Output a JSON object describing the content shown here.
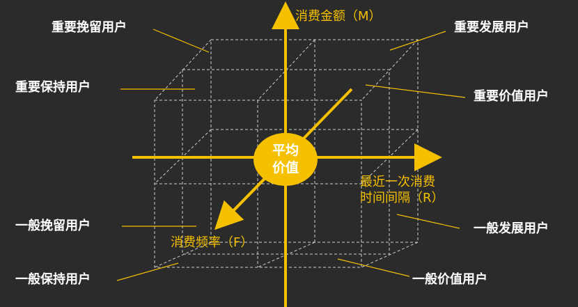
{
  "colors": {
    "background": "#2b2b2b",
    "accent": "#f5c000",
    "text": "#ffffff",
    "wire": "#cfcfcf"
  },
  "axes": {
    "m_label": "消费金额（M）",
    "r_label_line1": "最近一次消费",
    "r_label_line2": "时间间隔（R）",
    "f_label": "消费频率（F）"
  },
  "center": {
    "line1": "平均",
    "line2": "价值"
  },
  "segments": {
    "important_retain": "重要挽留用户",
    "important_develop": "重要发展用户",
    "important_keep": "重要保持用户",
    "important_value": "重要价值用户",
    "general_retain": "一般挽留用户",
    "general_develop": "一般发展用户",
    "general_keep": "一般保持用户",
    "general_value": "一般价值用户"
  }
}
